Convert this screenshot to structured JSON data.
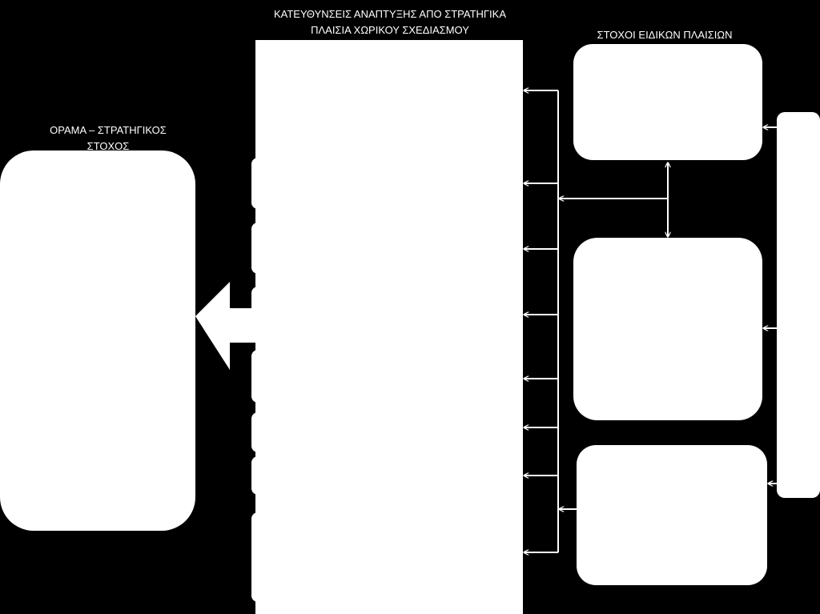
{
  "colors": {
    "background": "#000000",
    "foreground": "#ffffff"
  },
  "vision": {
    "title_line1": "ΟΡΑΜΑ – ΣΤΡΑΤΗΓΙΚΟΣ",
    "title_line2": "ΣΤΟΧΟΣ"
  },
  "guidelines": {
    "title_line1": "ΚΑΤΕΥΘΥΝΣΕΙΣ ΑΝΑΠΤΥΞΗΣ ΑΠΟ ΣΤΡΑΤΗΓΙΚΑ",
    "title_line2": "ΠΛΑΙΣΙΑ ΧΩΡΙΚΟΥ ΣΧΕΔΙΑΣΜΟΥ"
  },
  "special_frameworks": {
    "title": "ΣΤΟΧΟΙ ΕΙΔΙΚΩΝ ΠΛΑΙΣΙΩΝ"
  }
}
